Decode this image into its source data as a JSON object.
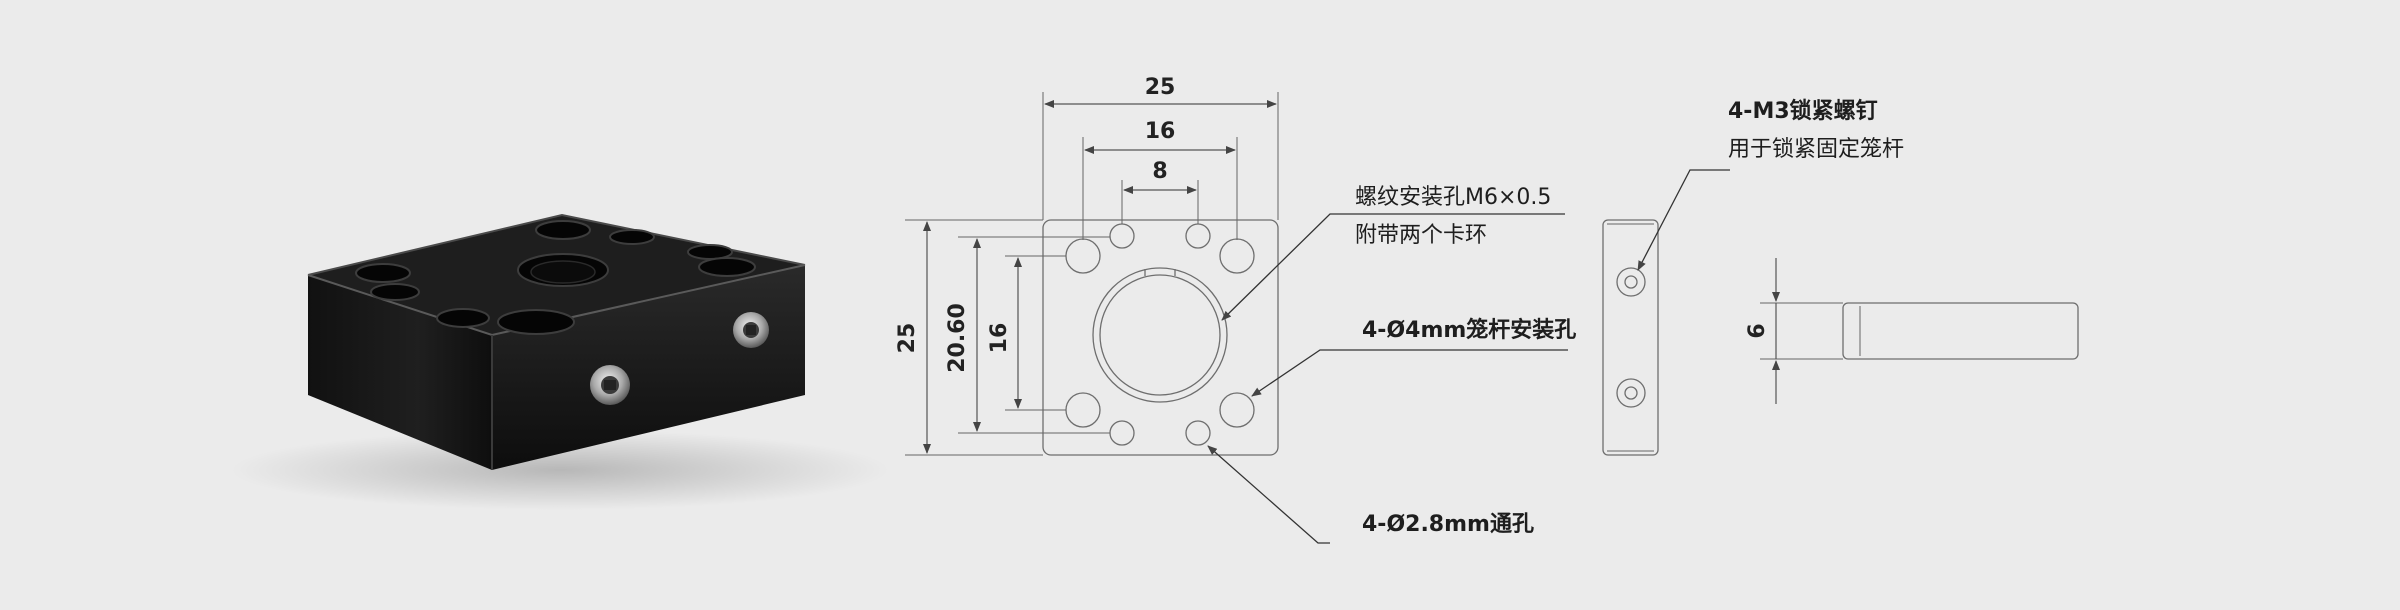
{
  "dimensions": {
    "width_overall": "25",
    "width_holes_outer": "16",
    "width_holes_inner": "8",
    "height_overall": "25",
    "height_thread": "20.60",
    "height_holes": "16",
    "thickness": "6"
  },
  "callouts": {
    "thread_hole_line1": "螺纹安装孔M6×0.5",
    "thread_hole_line2": "附带两个卡环",
    "cage_rod_holes": "4-Ø4mm笼杆安装孔",
    "through_holes": "4-Ø2.8mm通孔",
    "lock_screw_line1": "4-M3锁紧螺钉",
    "lock_screw_line2": "用于锁紧固定笼杆"
  },
  "colors": {
    "background": "#ebebeb",
    "part_body": "#1b1b1b",
    "line": "#6e6e6e"
  }
}
